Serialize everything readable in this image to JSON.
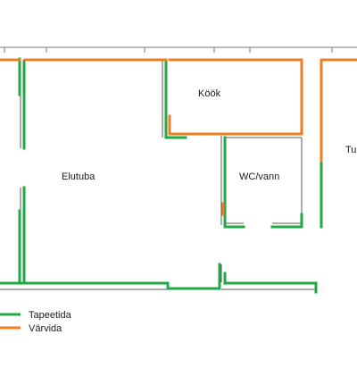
{
  "colors": {
    "wallpaper": "#22a845",
    "paint": "#ef7d22",
    "wall_outline": "#5a5a5a",
    "dimension_line": "#7a7a7a",
    "text": "#1a1a1a"
  },
  "rooms": {
    "kitchen": "Köök",
    "living_room": "Elutuba",
    "bathroom": "WC/vann",
    "room_right": "Tu"
  },
  "legend": {
    "wallpaper_label": "Tapeetida",
    "paint_label": "Värvida"
  }
}
